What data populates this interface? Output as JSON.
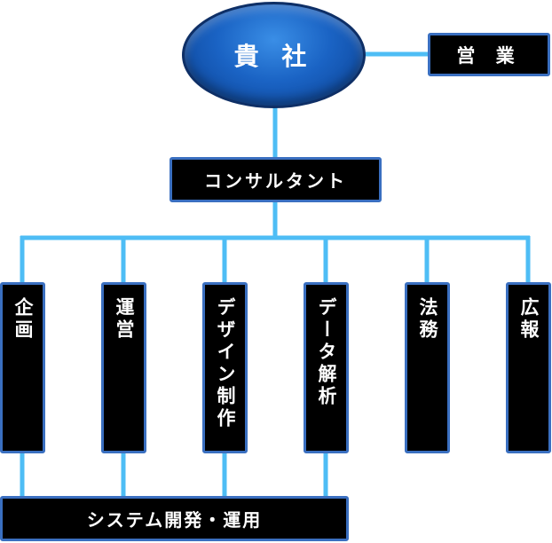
{
  "colors": {
    "connector": "#4ebdf5",
    "box_fill": "#000000",
    "box_border": "#3a6fc0",
    "root_fill": "#1a63c4",
    "text": "#ffffff"
  },
  "root": {
    "label": "貴 社"
  },
  "side": {
    "label": "営 業"
  },
  "consultant": {
    "label": "コンサルタント"
  },
  "departments": [
    {
      "label": "企画"
    },
    {
      "label": "運営"
    },
    {
      "label": "デザイン制作"
    },
    {
      "label": "データ解析"
    },
    {
      "label": "法務"
    },
    {
      "label": "広報"
    }
  ],
  "system": {
    "label": "システム開発・運用"
  }
}
